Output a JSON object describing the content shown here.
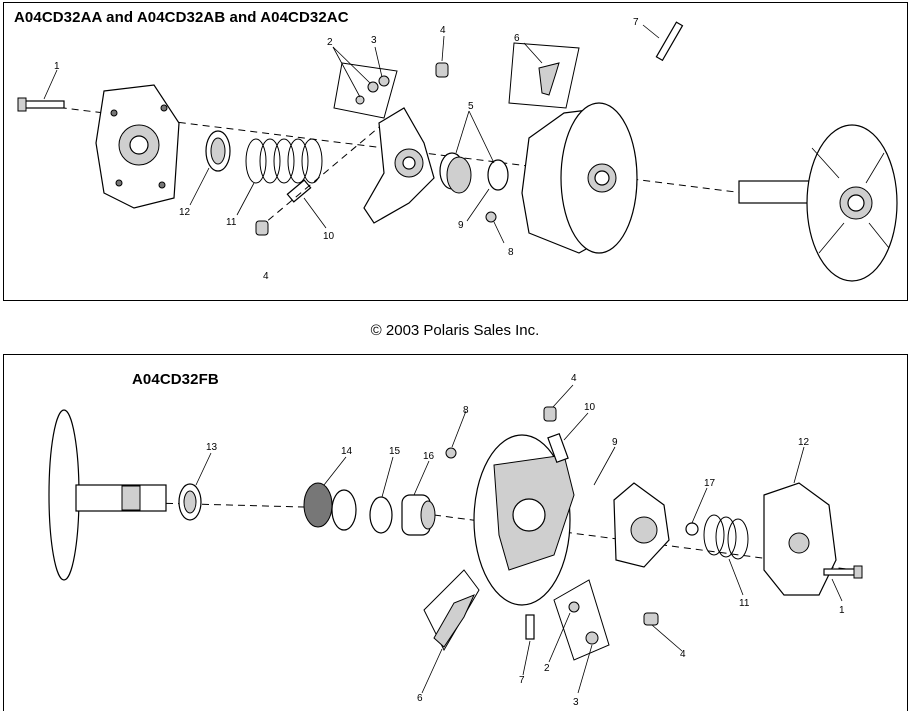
{
  "diagram": {
    "top_panel": {
      "title": "A04CD32AA and A04CD32AB and A04CD32AC",
      "callouts": [
        "1",
        "2",
        "3",
        "4",
        "6",
        "7",
        "5",
        "12",
        "11",
        "10",
        "4",
        "9",
        "8"
      ]
    },
    "copyright": "© 2003 Polaris Sales Inc.",
    "bottom_panel": {
      "title": "A04CD32FB",
      "callouts": [
        "4",
        "8",
        "10",
        "9",
        "13",
        "14",
        "15",
        "16",
        "17",
        "12",
        "11",
        "1",
        "7",
        "2",
        "3",
        "4",
        "6"
      ]
    }
  }
}
